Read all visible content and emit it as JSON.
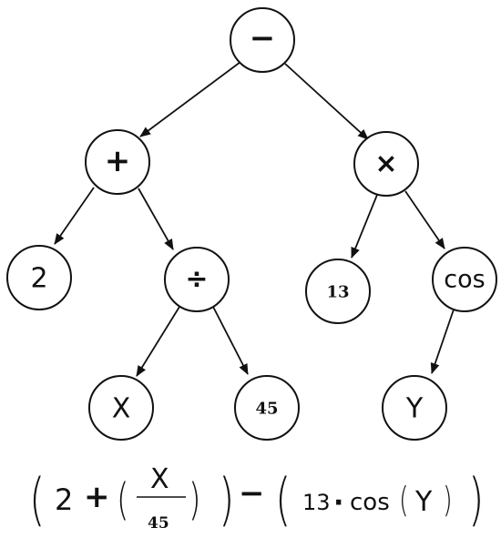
{
  "tree": {
    "nodes": [
      {
        "id": "root",
        "label": "−"
      },
      {
        "id": "plus",
        "label": "+"
      },
      {
        "id": "times",
        "label": "×"
      },
      {
        "id": "two",
        "label": "2"
      },
      {
        "id": "divide",
        "label": "÷"
      },
      {
        "id": "thirteen",
        "label": "13"
      },
      {
        "id": "cos",
        "label": "cos"
      },
      {
        "id": "x",
        "label": "X"
      },
      {
        "id": "fortyfive",
        "label": "45"
      },
      {
        "id": "y",
        "label": "Y"
      }
    ],
    "edges": [
      [
        "root",
        "plus"
      ],
      [
        "root",
        "times"
      ],
      [
        "plus",
        "two"
      ],
      [
        "plus",
        "divide"
      ],
      [
        "divide",
        "x"
      ],
      [
        "divide",
        "fortyfive"
      ],
      [
        "times",
        "thirteen"
      ],
      [
        "times",
        "cos"
      ],
      [
        "cos",
        "y"
      ]
    ]
  },
  "expression": {
    "open_outer_1": "(",
    "two": "2",
    "plus": "+",
    "open_inner": "(",
    "numerator": "X",
    "denominator": "45",
    "close_inner": ")",
    "close_outer_1": ")",
    "minus": "−",
    "open_outer_2": "(",
    "thirteen": "13",
    "dot": "·",
    "cos": "cos",
    "open_cos": "(",
    "y": "Y",
    "close_cos": ")",
    "close_outer_2": ")"
  }
}
